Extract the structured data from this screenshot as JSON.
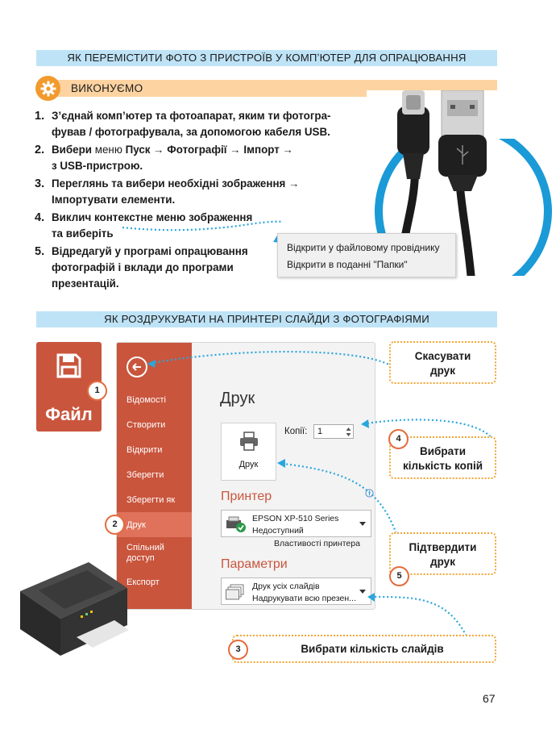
{
  "section1_title": "ЯК ПЕРЕМІСТИТИ ФОТО З ПРИСТРОЇВ У КОМПʼЮТЕР ДЛЯ ОПРАЦЮВАННЯ",
  "do_label": "ВИКОНУЄМО",
  "steps": [
    {
      "num": "1.",
      "lines": [
        "З’єднай комп’ютер та фотоапарат, яким ти фотогра-",
        "фував / фотографувала, за допомогою кабеля USB."
      ]
    },
    {
      "num": "2.",
      "a": "Вибери ",
      "b": "меню",
      "c": " Пуск → Фотографії → Імпорт →",
      "line2": "з USB-пристрою."
    },
    {
      "num": "3.",
      "lines": [
        "Переглянь та вибери необхідні зображення →",
        "Імпортувати елементи."
      ]
    },
    {
      "num": "4.",
      "lines": [
        "Виклич контекстне меню зображення",
        "та виберіть"
      ]
    },
    {
      "num": "5.",
      "lines": [
        "Відредагуй у програмі опрацювання",
        "фотографій і вклади до програми",
        "презентацій."
      ]
    }
  ],
  "context_menu": [
    "Відкрити у файловому провіднику",
    "Відкрити в поданні \"Папки\""
  ],
  "section2_title": "ЯК РОЗДРУКУВАТИ НА ПРИНТЕРІ СЛАЙДИ З ФОТОГРАФІЯМИ",
  "file_tile_label": "Файл",
  "sidebar": [
    "Відомості",
    "Створити",
    "Відкрити",
    "Зберегти",
    "Зберегти як",
    "Друк",
    "Спільний",
    "доступ",
    "Експорт"
  ],
  "print_title": "Друк",
  "print_button": "Друк",
  "copies_label": "Копії:",
  "copies_value": "1",
  "printer_heading": "Принтер",
  "printer_name": "EPSON XP-510 Series",
  "printer_status": "Недоступний",
  "printer_props": "Властивості принтера",
  "params_heading": "Параметри",
  "params_line1": "Друк усіх слайдів",
  "params_line2": "Надрукувати всю презен...",
  "callouts": {
    "cancel": [
      "Скасувати",
      "друк"
    ],
    "copies": [
      "Вибрати",
      "кількість копій"
    ],
    "confirm": [
      "Підтвердити",
      "друк"
    ],
    "slides": "Вибрати кількість слайдів"
  },
  "badges": [
    "1",
    "2",
    "3",
    "4",
    "5"
  ],
  "page_number": "67",
  "colors": {
    "banner": "#bfe3f6",
    "orange": "#f29a2e",
    "accent": "#c9553d",
    "dotted": "#f2a534",
    "arrow": "#2aa6dd"
  }
}
